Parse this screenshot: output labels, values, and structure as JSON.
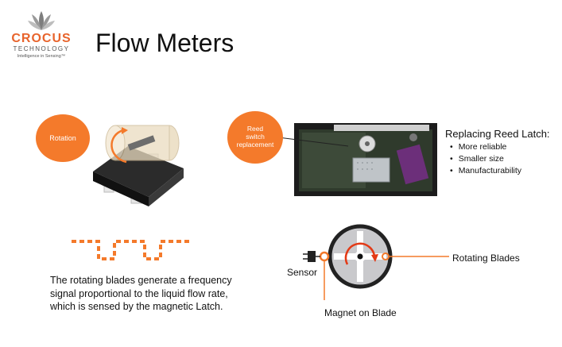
{
  "header": {
    "logo_name": "CROCUS",
    "logo_sub": "TECHNOLOGY",
    "logo_tagline": "Intelligence in Sensing™",
    "title": "Flow Meters"
  },
  "left_panel": {
    "rotation_bubble": "Rotation",
    "description": "The rotating blades generate a frequency signal proportional to the liquid flow rate, which is sensed by the magnetic Latch."
  },
  "right_panel": {
    "reed_bubble_lines": [
      "Reed",
      "switch",
      "replacement"
    ],
    "list_title": "Replacing Reed Latch:",
    "list_items": [
      "More reliable",
      "Smaller size",
      "Manufacturability"
    ],
    "labels": {
      "sensor": "Sensor",
      "rotating_blades": "Rotating Blades",
      "magnet": "Magnet on Blade"
    }
  },
  "colors": {
    "accent": "#f47a2b",
    "logo": "#e8642c",
    "blade_disk": "#c9c9cc",
    "disk_border": "#222222"
  }
}
